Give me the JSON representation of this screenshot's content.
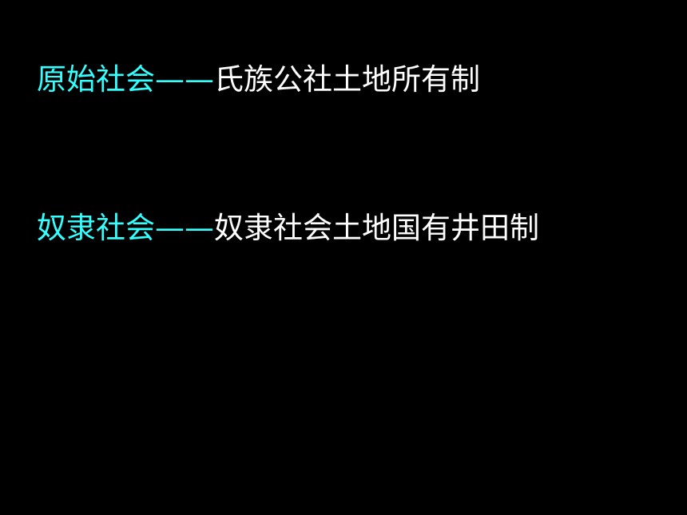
{
  "slide": {
    "background_color": "#000000",
    "accent_color": "#33ffff",
    "text_color": "#ffffff",
    "rows": [
      {
        "era": "原始社会",
        "separator": "——",
        "description": "氏族公社土地所有制"
      },
      {
        "era": "奴隶社会",
        "separator": "——",
        "description": "奴隶社会土地国有井田制"
      }
    ]
  }
}
